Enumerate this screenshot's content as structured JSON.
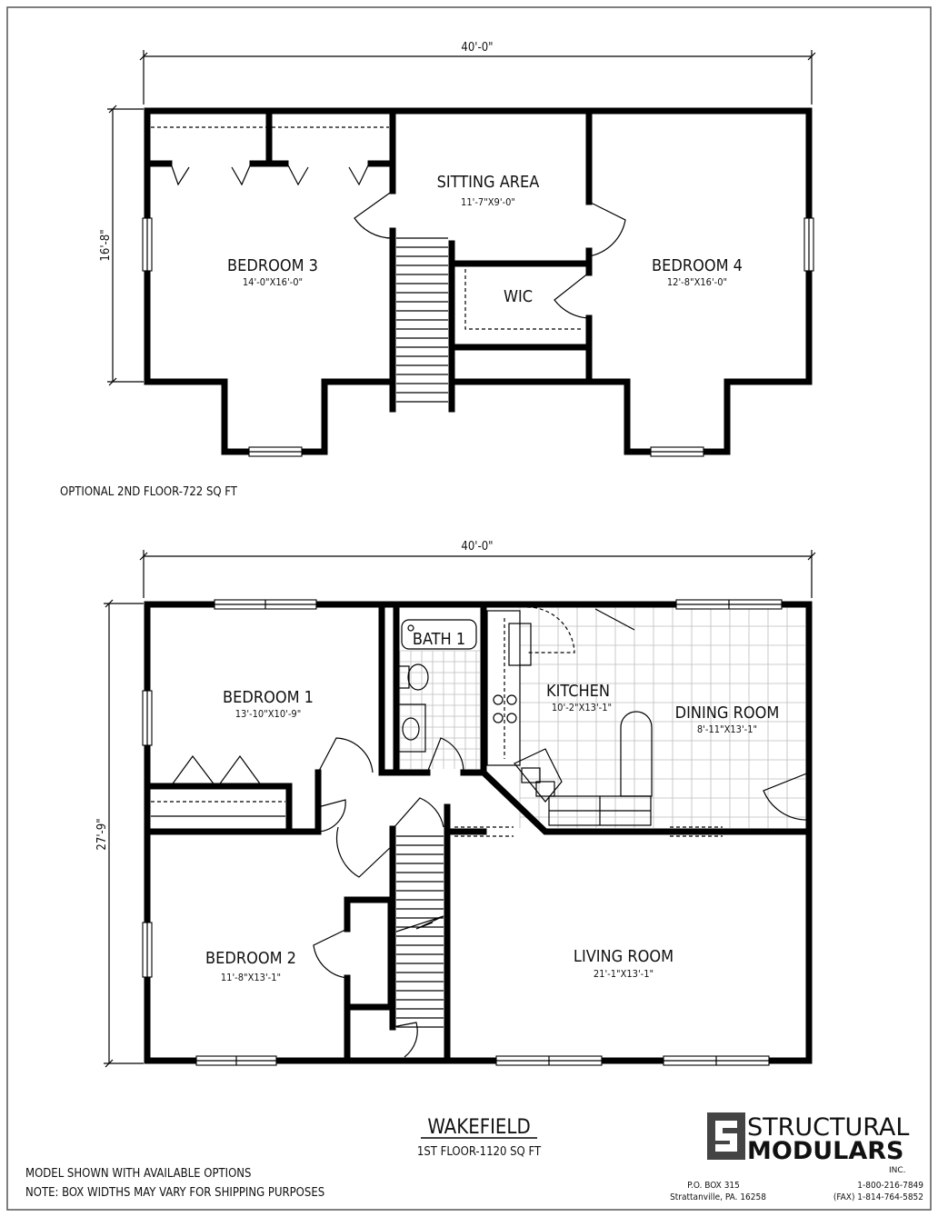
{
  "upper_floor": {
    "overall_width": "40'-0\"",
    "overall_depth": "16'-8\"",
    "caption": "OPTIONAL 2ND FLOOR-722 SQ FT",
    "rooms": [
      {
        "name": "BEDROOM 3",
        "size": "14'-0\"X16'-0\""
      },
      {
        "name": "SITTING AREA",
        "size": "11'-7\"X9'-0\""
      },
      {
        "name": "WIC",
        "size": ""
      },
      {
        "name": "BEDROOM 4",
        "size": "12'-8\"X16'-0\""
      }
    ]
  },
  "main_floor": {
    "overall_width": "40'-0\"",
    "overall_depth": "27'-9\"",
    "rooms": [
      {
        "name": "BEDROOM 1",
        "size": "13'-10\"X10'-9\""
      },
      {
        "name": "BATH 1",
        "size": ""
      },
      {
        "name": "KITCHEN",
        "size": "10'-2\"X13'-1\""
      },
      {
        "name": "DINING ROOM",
        "size": "8'-11\"X13'-1\""
      },
      {
        "name": "BEDROOM 2",
        "size": "11'-8\"X13'-1\""
      },
      {
        "name": "LIVING ROOM",
        "size": "21'-1\"X13'-1\""
      }
    ]
  },
  "title_block": {
    "model": "WAKEFIELD",
    "area": "1ST FLOOR-1120 SQ FT",
    "note_1": "MODEL SHOWN WITH AVAILABLE OPTIONS",
    "note_2": "NOTE:  BOX WIDTHS MAY VARY FOR SHIPPING PURPOSES"
  },
  "company": {
    "name_line_1": "STRUCTURAL",
    "name_line_2": "MODULARS",
    "suffix": "INC.",
    "address_1": "P.O. BOX 315",
    "address_2": "Strattanville, PA.  16258",
    "phone": "1-800-216-7849",
    "fax": "(FAX) 1-814-764-5852"
  }
}
